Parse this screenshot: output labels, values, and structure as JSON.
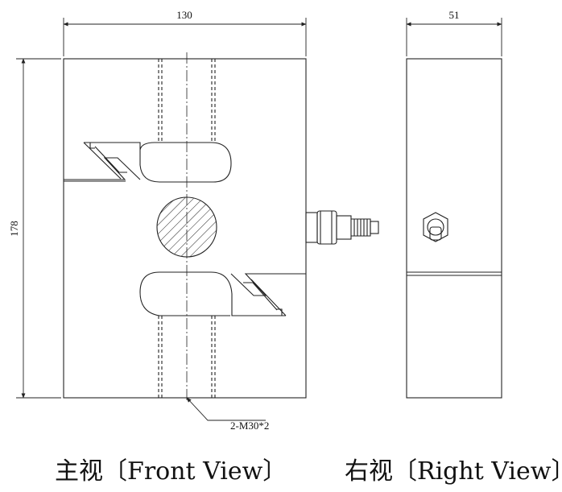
{
  "dimensions": {
    "front_width": "130",
    "front_height": "178",
    "side_width": "51",
    "thread_callout": "2-M30*2"
  },
  "captions": {
    "front_view": "主视〔Front View〕",
    "right_view": "右视〔Right View〕"
  }
}
